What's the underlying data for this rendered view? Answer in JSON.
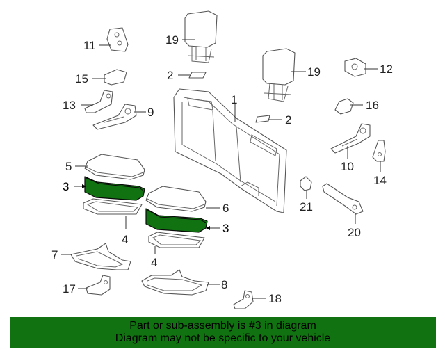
{
  "callouts": {
    "c1": "1",
    "c2a": "2",
    "c2b": "2",
    "c3a": "3",
    "c3b": "3",
    "c4a": "4",
    "c4b": "4",
    "c5": "5",
    "c6": "6",
    "c7": "7",
    "c8": "8",
    "c9": "9",
    "c10": "10",
    "c11": "11",
    "c12": "12",
    "c13": "13",
    "c14": "14",
    "c15": "15",
    "c16": "16",
    "c17": "17",
    "c18": "18",
    "c19a": "19",
    "c19b": "19",
    "c20": "20",
    "c21": "21"
  },
  "banner": {
    "line1": "Part or sub-assembly is #3 in diagram",
    "line2": "Diagram may not be specific to your vehicle",
    "color": "#117211"
  },
  "highlight": {
    "part_number": "3",
    "color": "#117211"
  }
}
